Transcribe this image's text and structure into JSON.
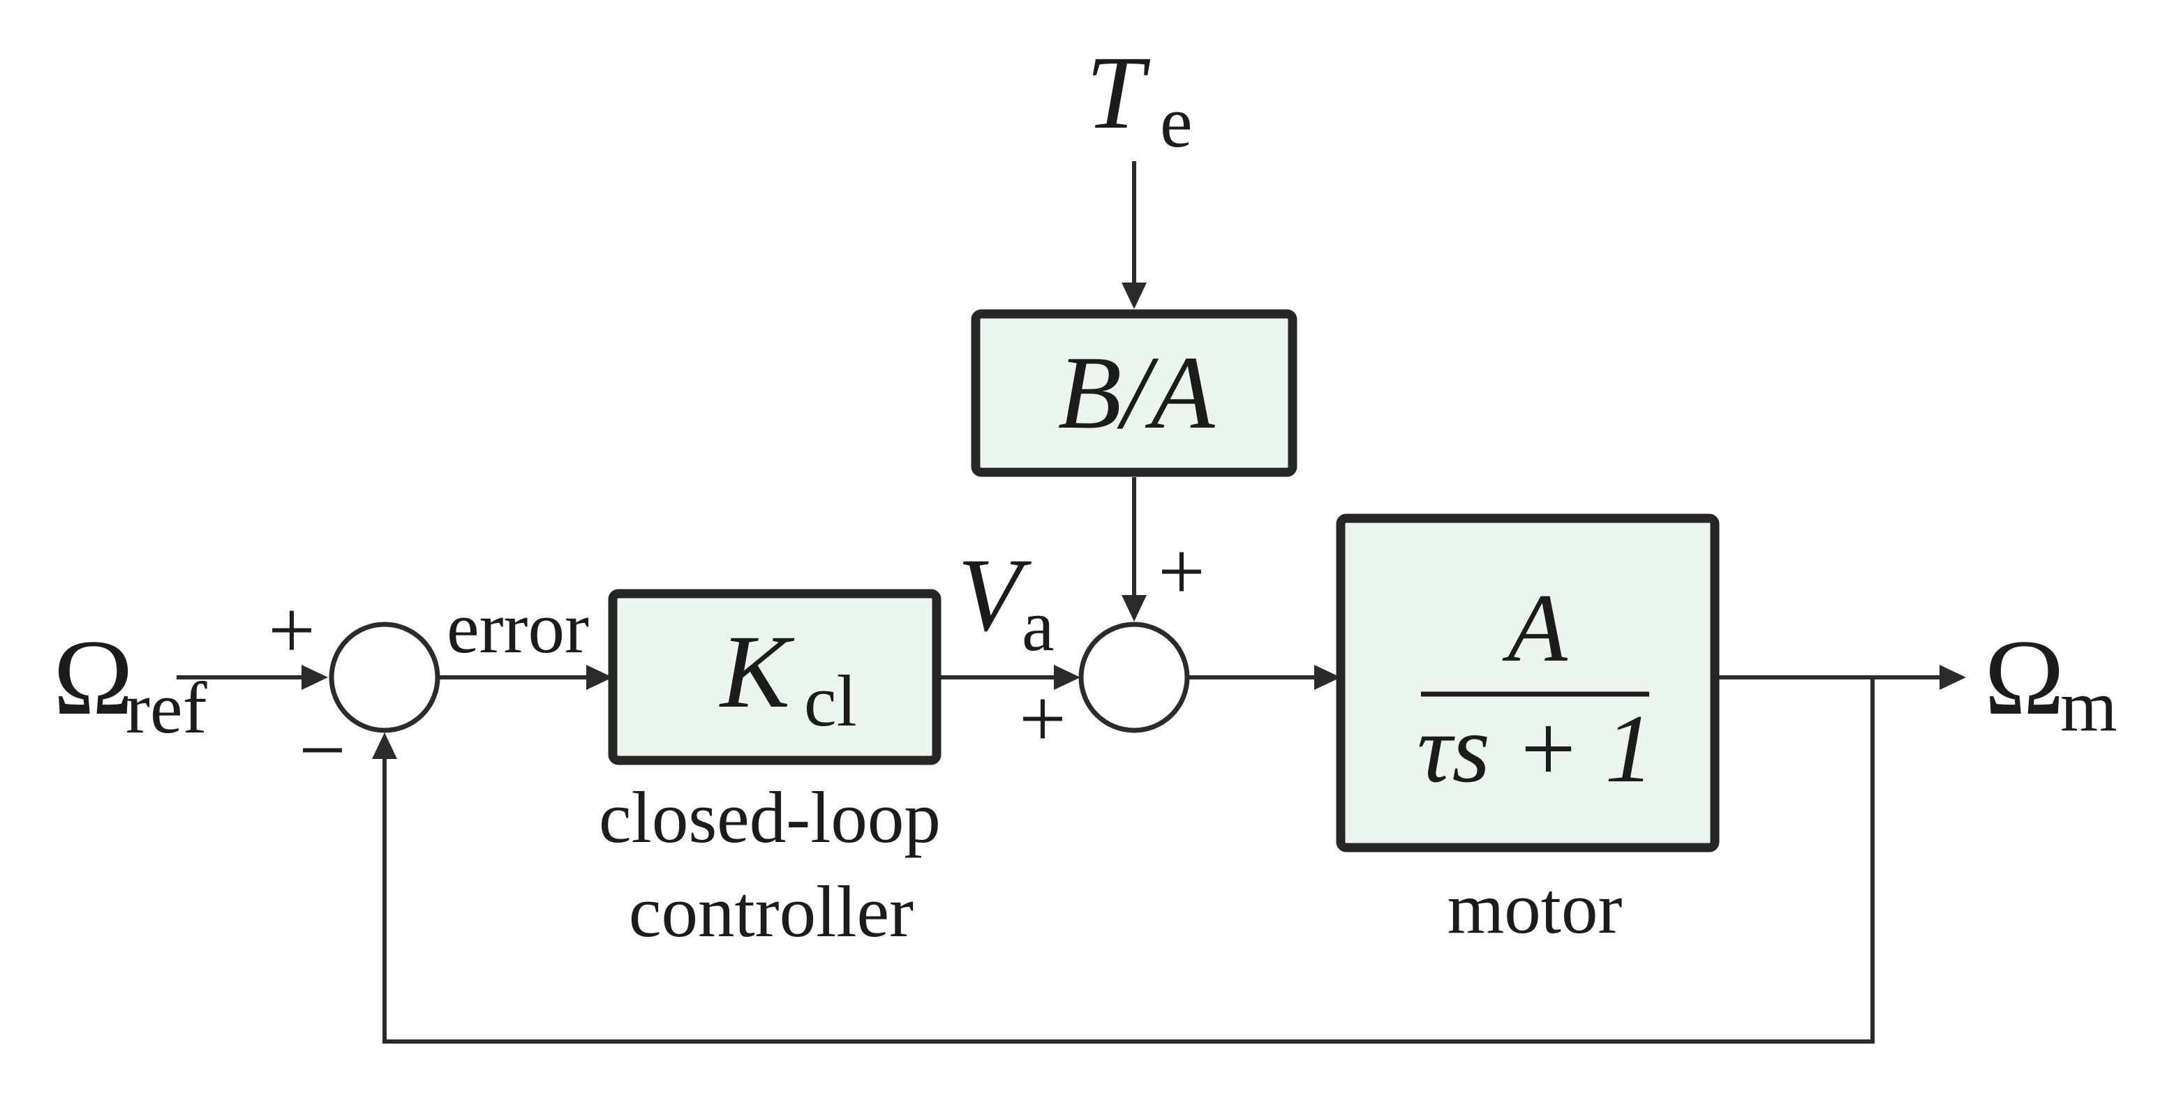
{
  "colors": {
    "background": "#ffffff",
    "block_fill": "#ecf4ee",
    "block_border": "#262626",
    "line": "#2b2b2b",
    "text": "#1c1c1c"
  },
  "signals": {
    "reference": {
      "base": "Ω",
      "subscript": "ref"
    },
    "error_label": "error",
    "armature_voltage": {
      "base": "V",
      "subscript": "a"
    },
    "load_torque": {
      "base": "T",
      "subscript": "e"
    },
    "motor_speed": {
      "base": "Ω",
      "subscript": "m"
    }
  },
  "summing_junctions": {
    "sum1": {
      "input_sign": "+",
      "feedback_sign": "−"
    },
    "sum2": {
      "input_sign": "+",
      "disturbance_sign": "+"
    }
  },
  "blocks": {
    "controller": {
      "gain_base": "K",
      "gain_subscript": "cl",
      "caption_line1": "closed-loop",
      "caption_line2": "controller"
    },
    "disturbance": {
      "label": "B/A"
    },
    "motor": {
      "numerator": "A",
      "denominator": "τs + 1",
      "caption": "motor"
    }
  }
}
